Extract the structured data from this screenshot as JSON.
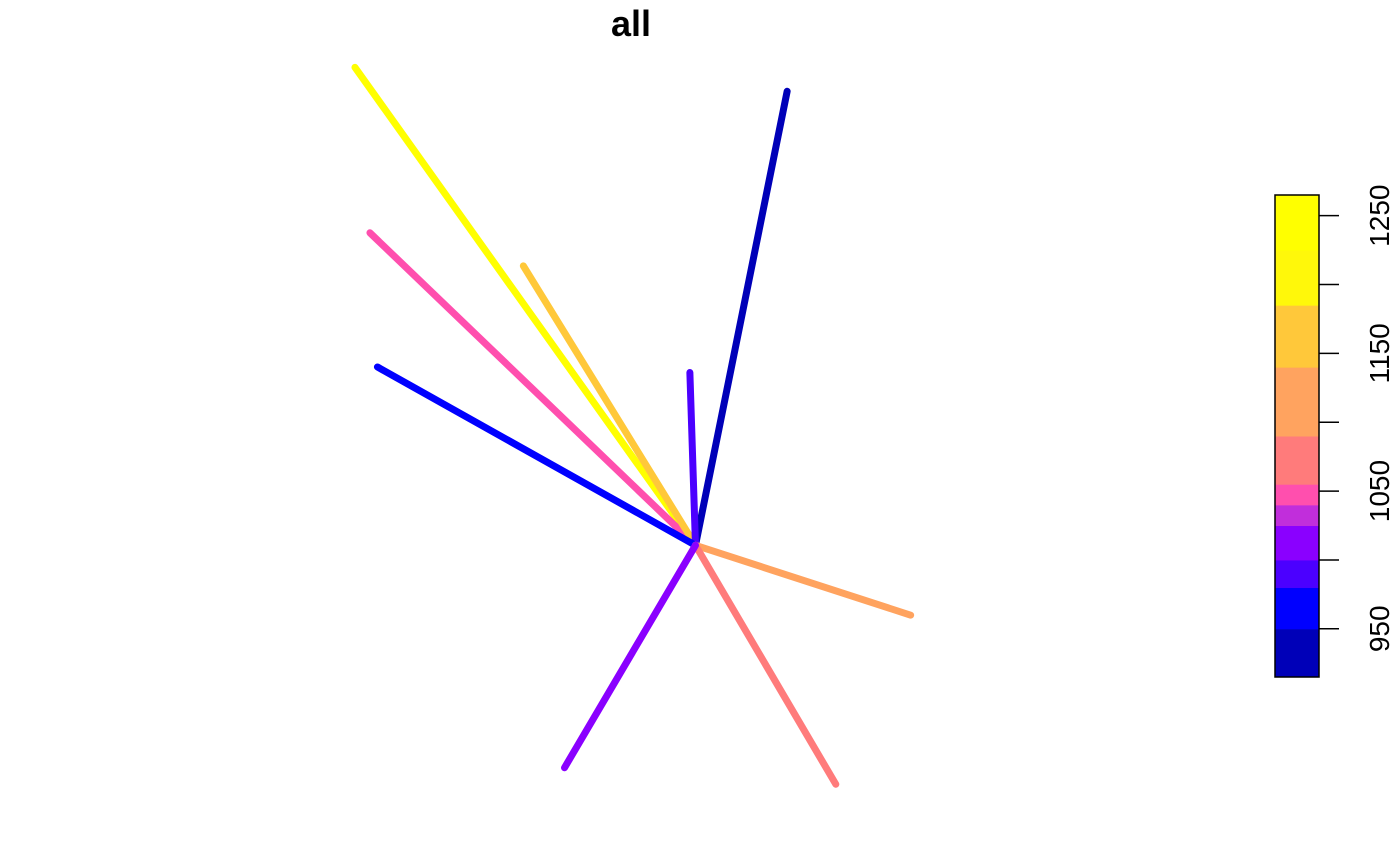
{
  "chart_data": {
    "type": "line",
    "title": "all",
    "xlabel": "",
    "ylabel": "",
    "segments": [
      {
        "value": 1240,
        "color": "#FFFF00",
        "x0": 0,
        "y0": 0,
        "x1": -9.1,
        "y1": 13.0
      },
      {
        "value": 1075,
        "color": "#FF4FAE",
        "x0": 0,
        "y0": 0,
        "x1": -8.7,
        "y1": 8.5
      },
      {
        "value": 1210,
        "color": "#FFC83A",
        "x0": 0,
        "y0": 0,
        "x1": -4.6,
        "y1": 7.6
      },
      {
        "value": 930,
        "color": "#0000B8",
        "x0": 0,
        "y0": 0,
        "x1": 2.45,
        "y1": 12.35
      },
      {
        "value": 990,
        "color": "#4B00FF",
        "x0": 0,
        "y0": 0,
        "x1": -0.15,
        "y1": 4.7
      },
      {
        "value": 970,
        "color": "#0000FF",
        "x0": 0,
        "y0": 0,
        "x1": -8.5,
        "y1": 4.85
      },
      {
        "value": 1165,
        "color": "#FFA35F",
        "x0": 0,
        "y0": 0,
        "x1": 5.75,
        "y1": -1.9
      },
      {
        "value": 1115,
        "color": "#FF7B7B",
        "x0": 0,
        "y0": 0,
        "x1": 3.75,
        "y1": -6.5
      },
      {
        "value": 1025,
        "color": "#8A00FF",
        "x0": 0,
        "y0": 0,
        "x1": -3.5,
        "y1": -6.05
      }
    ],
    "xlim": [
      -9.5,
      6.0
    ],
    "ylim": [
      -7.2,
      13.2
    ],
    "colorbar": {
      "range": [
        915,
        1265
      ],
      "breaks": [
        915,
        950,
        980,
        1000,
        1025,
        1040,
        1055,
        1090,
        1140,
        1185,
        1225,
        1265
      ],
      "colors": [
        "#0000B8",
        "#0000FF",
        "#4B00FF",
        "#8A00FF",
        "#C12EDB",
        "#FF4FAE",
        "#FF7B7B",
        "#FFA35F",
        "#FFC83A",
        "#FFF80A",
        "#FFFF00"
      ],
      "ticks": [
        950,
        1000,
        1050,
        1100,
        1150,
        1200,
        1250
      ],
      "tick_labels": [
        "950",
        "",
        "1050",
        "",
        "1150",
        "",
        "1250"
      ]
    }
  }
}
